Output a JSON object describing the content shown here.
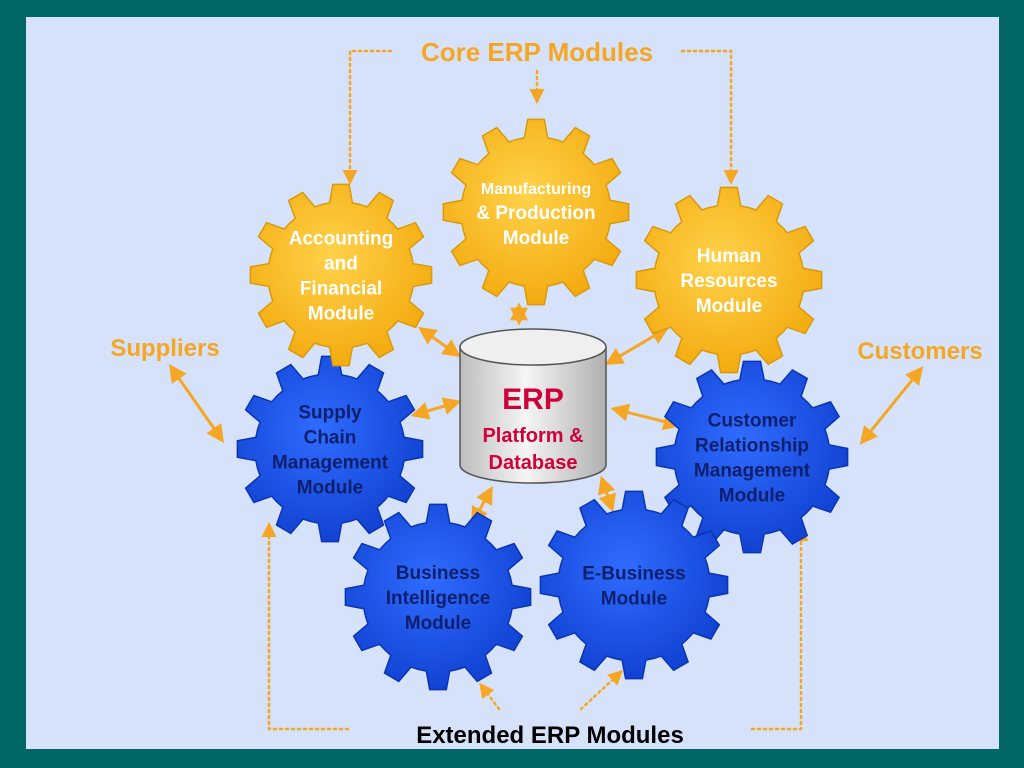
{
  "colors": {
    "frame": "#006666",
    "slide": "#d6e2f9",
    "core_gear": "#f8b617",
    "core_text": "#ffffff",
    "extended_gear": "#1650e6",
    "extended_text": "#0e1f6e",
    "connector": "#f5a623",
    "heading_orange": "#f5a623",
    "heading_dark": "#000000",
    "db_title": "#d0003a",
    "db_body": "#e6e6e6"
  },
  "headings": {
    "core": "Core ERP Modules",
    "extended": "Extended ERP Modules",
    "suppliers": "Suppliers",
    "customers": "Customers"
  },
  "database": {
    "title": "ERP",
    "line1": "Platform &",
    "line2": "Database"
  },
  "core_modules": [
    {
      "lines": [
        "Manufacturing",
        "& Production",
        "Module"
      ]
    },
    {
      "lines": [
        "Accounting",
        "and",
        "Financial",
        "Module"
      ]
    },
    {
      "lines": [
        "Human",
        "Resources",
        "Module"
      ]
    }
  ],
  "extended_modules": [
    {
      "lines": [
        "Supply",
        "Chain",
        "Management",
        "Module"
      ]
    },
    {
      "lines": [
        "Customer",
        "Relationship",
        "Management",
        "Module"
      ]
    },
    {
      "lines": [
        "Business",
        "Intelligence",
        "Module"
      ]
    },
    {
      "lines": [
        "E-Business",
        "Module"
      ]
    }
  ]
}
